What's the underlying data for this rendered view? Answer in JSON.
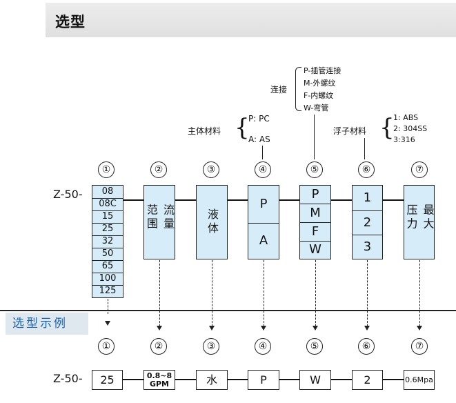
{
  "title": "选型",
  "example_label": "选型示例",
  "model_prefix": "Z-50-",
  "circles": [
    "①",
    "②",
    "③",
    "④",
    "⑤",
    "⑥",
    "⑦"
  ],
  "annotations": {
    "body_material": {
      "label": "主体材料",
      "options": [
        "P: PC",
        "A: AS"
      ]
    },
    "connection": {
      "label": "连接",
      "options": [
        "P-插管连接",
        "M-外螺纹",
        "F-内螺纹",
        "W-弯管"
      ]
    },
    "float_material": {
      "label": "浮子材料",
      "options": [
        "1: ABS",
        "2: 304SS",
        "3:316"
      ]
    }
  },
  "columns": {
    "flow_codes": [
      "08",
      "08C",
      "15",
      "25",
      "32",
      "50",
      "65",
      "100",
      "125"
    ],
    "flow_range": "流量范围",
    "liquid": "液体",
    "body": [
      "P",
      "A"
    ],
    "connection": [
      "P",
      "M",
      "F",
      "W"
    ],
    "float": [
      "1",
      "2",
      "3"
    ],
    "max_pressure": "最大压力"
  },
  "example": {
    "values": [
      "25",
      "0.8~8\nGPM",
      "水",
      "P",
      "W",
      "2",
      "0.6Mpa"
    ]
  }
}
